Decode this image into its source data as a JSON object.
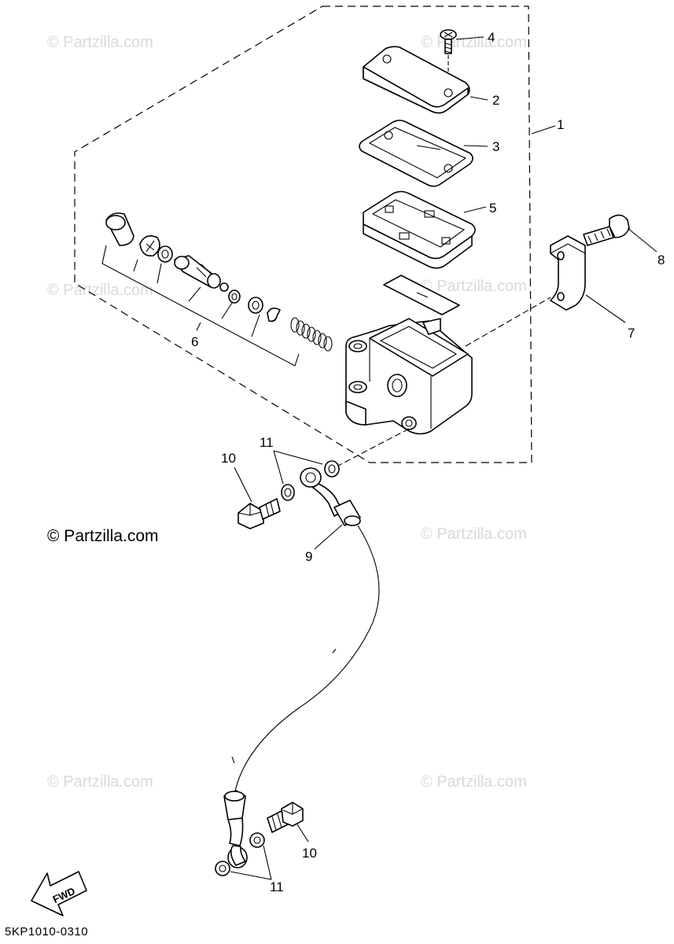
{
  "watermark": "© Partzilla.com",
  "copyright": "© Partzilla.com",
  "diagram_code": "5KP1010-0310",
  "fwd_label": "FWD",
  "callouts": {
    "c1": "1",
    "c2": "2",
    "c3": "3",
    "c4": "4",
    "c5": "5",
    "c6": "6",
    "c7": "7",
    "c8": "8",
    "c9": "9",
    "c10a": "10",
    "c10b": "10",
    "c11a": "11",
    "c11b": "11"
  }
}
